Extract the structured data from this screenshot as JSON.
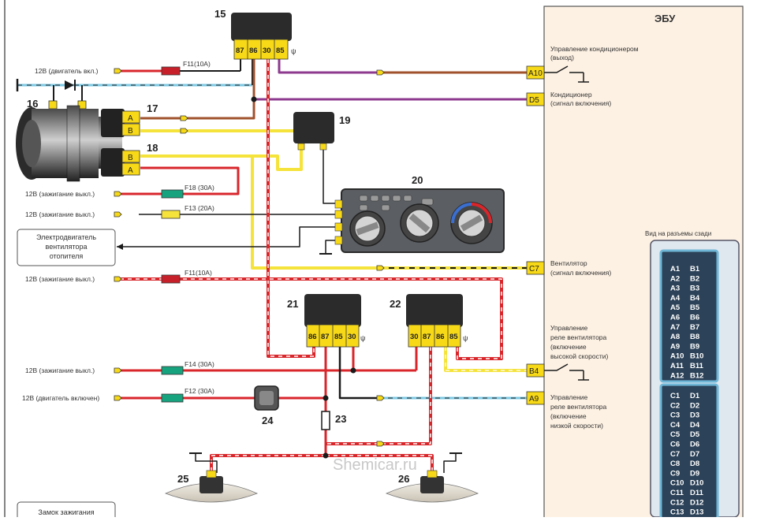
{
  "ecu": {
    "title": "ЭБУ",
    "connector_view_title": "Вид на разъемы сзади",
    "pins_a": [
      "A1",
      "A2",
      "A3",
      "A4",
      "A5",
      "A6",
      "A7",
      "A8",
      "A9",
      "A10",
      "A11",
      "A12"
    ],
    "pins_b": [
      "B1",
      "B2",
      "B3",
      "B4",
      "B5",
      "B6",
      "B7",
      "B8",
      "B9",
      "B10",
      "B11",
      "B12"
    ],
    "pins_c": [
      "C1",
      "C2",
      "C3",
      "C4",
      "C5",
      "C6",
      "C7",
      "C8",
      "C9",
      "C10",
      "C11",
      "C12",
      "C13"
    ],
    "pins_d": [
      "D1",
      "D2",
      "D3",
      "D4",
      "D5",
      "D6",
      "D7",
      "D8",
      "D9",
      "D10",
      "D11",
      "D12",
      "D13"
    ],
    "terminals": [
      {
        "id": "A10",
        "desc": [
          "Управление кондиционером",
          "(выход)"
        ]
      },
      {
        "id": "D5",
        "desc": [
          "Кондиционер",
          "(сигнал включения)"
        ]
      },
      {
        "id": "C7",
        "desc": [
          "Вентилятор",
          "(сигнал включения)"
        ]
      },
      {
        "id": "B4",
        "desc": [
          "Управление",
          "реле  вентилятора",
          "(включение",
          "высокой скорости)"
        ]
      },
      {
        "id": "A9",
        "desc": [
          "Управление",
          "реле вентилятора",
          "(включение",
          "низкой скорости)"
        ]
      }
    ]
  },
  "components": {
    "n15": "15",
    "n16": "16",
    "n17": "17",
    "n18": "18",
    "n19": "19",
    "n20": "20",
    "n21": "21",
    "n22": "22",
    "n23": "23",
    "n24": "24",
    "n25": "25",
    "n26": "26"
  },
  "relay15_pins": [
    "87",
    "86",
    "30",
    "85"
  ],
  "relay21_pins": [
    "86",
    "87",
    "85",
    "30"
  ],
  "relay22_pins": [
    "30",
    "87",
    "86",
    "85"
  ],
  "connector17_pins": [
    "A",
    "B"
  ],
  "connector18_pins": [
    "B",
    "A"
  ],
  "supply_labels": {
    "s1": "12В (двигатель вкл.)",
    "s2": "12В (зажигание выкл.)",
    "s3": "12В (зажигание выкл.)",
    "s4": "12В (зажигание выкл.)",
    "s5": "12В (зажигание выкл.)",
    "s6": "12В (двигатель включен)"
  },
  "fuses": {
    "f11a": "F11(10A)",
    "f18": "F18 (30A)",
    "f13": "F13 (20A)",
    "f11b": "F11(10A)",
    "f14": "F14 (30A)",
    "f12": "F12 (30A)"
  },
  "boxes": {
    "heater_motor": [
      "Электродвигатель",
      "вентилятора",
      "отопителя"
    ],
    "bottom": "Замок зажигания"
  },
  "watermark": "Shemicar.ru",
  "colors": {
    "red": "#d8262b",
    "yellow": "#f5e33c",
    "brown": "#a0522d",
    "purple": "#8e3a8e",
    "lightblue": "#7ec8e3",
    "black": "#1a1a1a",
    "ecu_fill": "#fdf1e3",
    "pin_yellow": "#f7d917"
  }
}
